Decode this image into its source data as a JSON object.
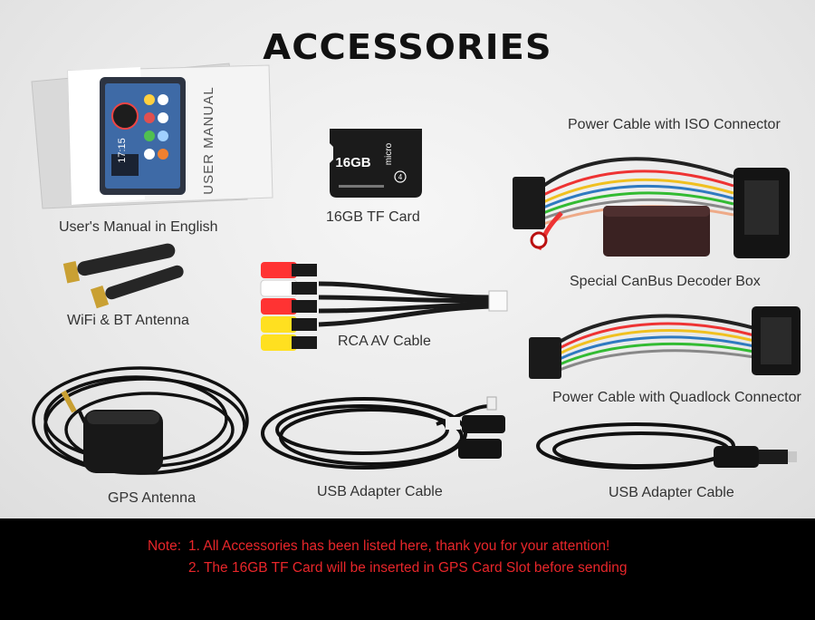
{
  "title": "ACCESSORIES",
  "items": [
    {
      "id": "users-manual",
      "label": "User's Manual in English",
      "manual_title": "USER MANUAL",
      "clock": "17:15"
    },
    {
      "id": "tf-card",
      "label": "16GB TF Card",
      "card_capacity": "16GB",
      "card_brand": "micro",
      "card_class": "4"
    },
    {
      "id": "power-cable-iso",
      "label": "Power Cable with ISO Connector"
    },
    {
      "id": "canbus-box",
      "label": "Special CanBus Decoder Box"
    },
    {
      "id": "wifi-bt-antenna",
      "label": "WiFi & BT Antenna"
    },
    {
      "id": "rca-cable",
      "label": "RCA AV Cable"
    },
    {
      "id": "power-cable-quadlock",
      "label": "Power Cable with Quadlock Connector"
    },
    {
      "id": "gps-antenna",
      "label": "GPS Antenna"
    },
    {
      "id": "usb-cable-1",
      "label": "USB Adapter Cable"
    },
    {
      "id": "usb-cable-2",
      "label": "USB Adapter Cable"
    }
  ],
  "notes": {
    "prefix": "Note:",
    "lines": [
      "1. All Accessories has been listed here, thank you for your attention!",
      "2. The 16GB TF Card will be inserted in GPS Card Slot before sending"
    ]
  },
  "colors": {
    "background": "#ececec",
    "notes_background": "#000000",
    "notes_text": "#e8262a",
    "title_text": "#111111"
  }
}
